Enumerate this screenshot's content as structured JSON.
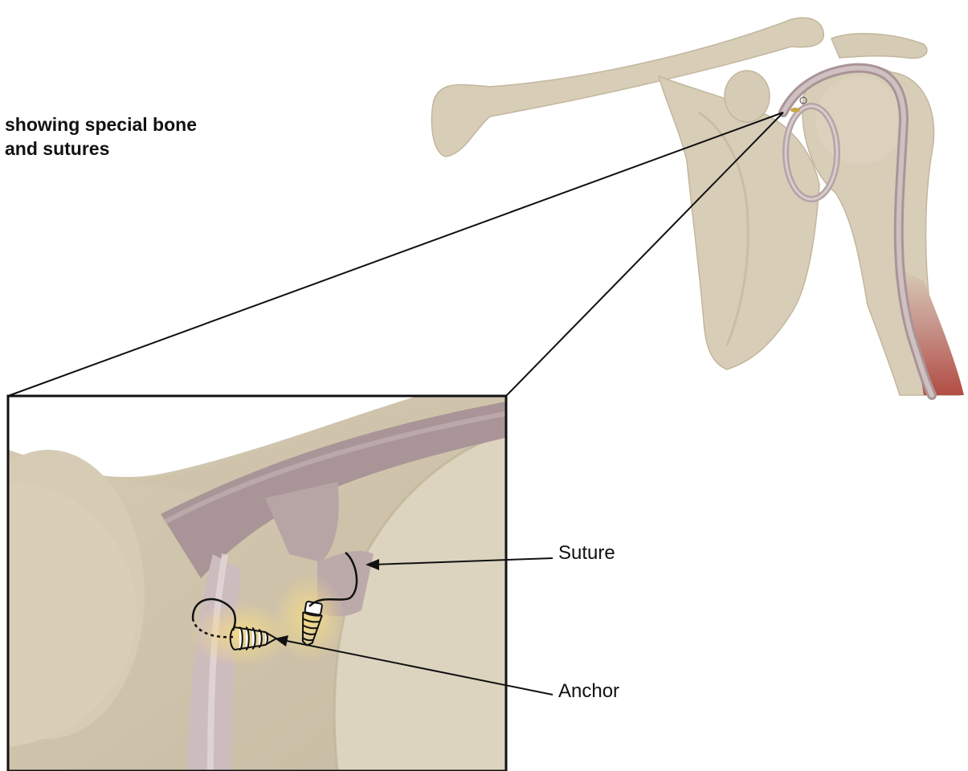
{
  "caption": {
    "line1": "showing special bone",
    "line2": "and sutures"
  },
  "labels": {
    "suture": "Suture",
    "anchor": "Anchor"
  },
  "colors": {
    "bone": "#d8ceb8",
    "bone_shadow": "#b9ad93",
    "tendon": "#c2b2b2",
    "tendon_dark": "#9d8d90",
    "muscle": "#b8564e",
    "glow": "#f3d57a",
    "line": "#111111"
  }
}
